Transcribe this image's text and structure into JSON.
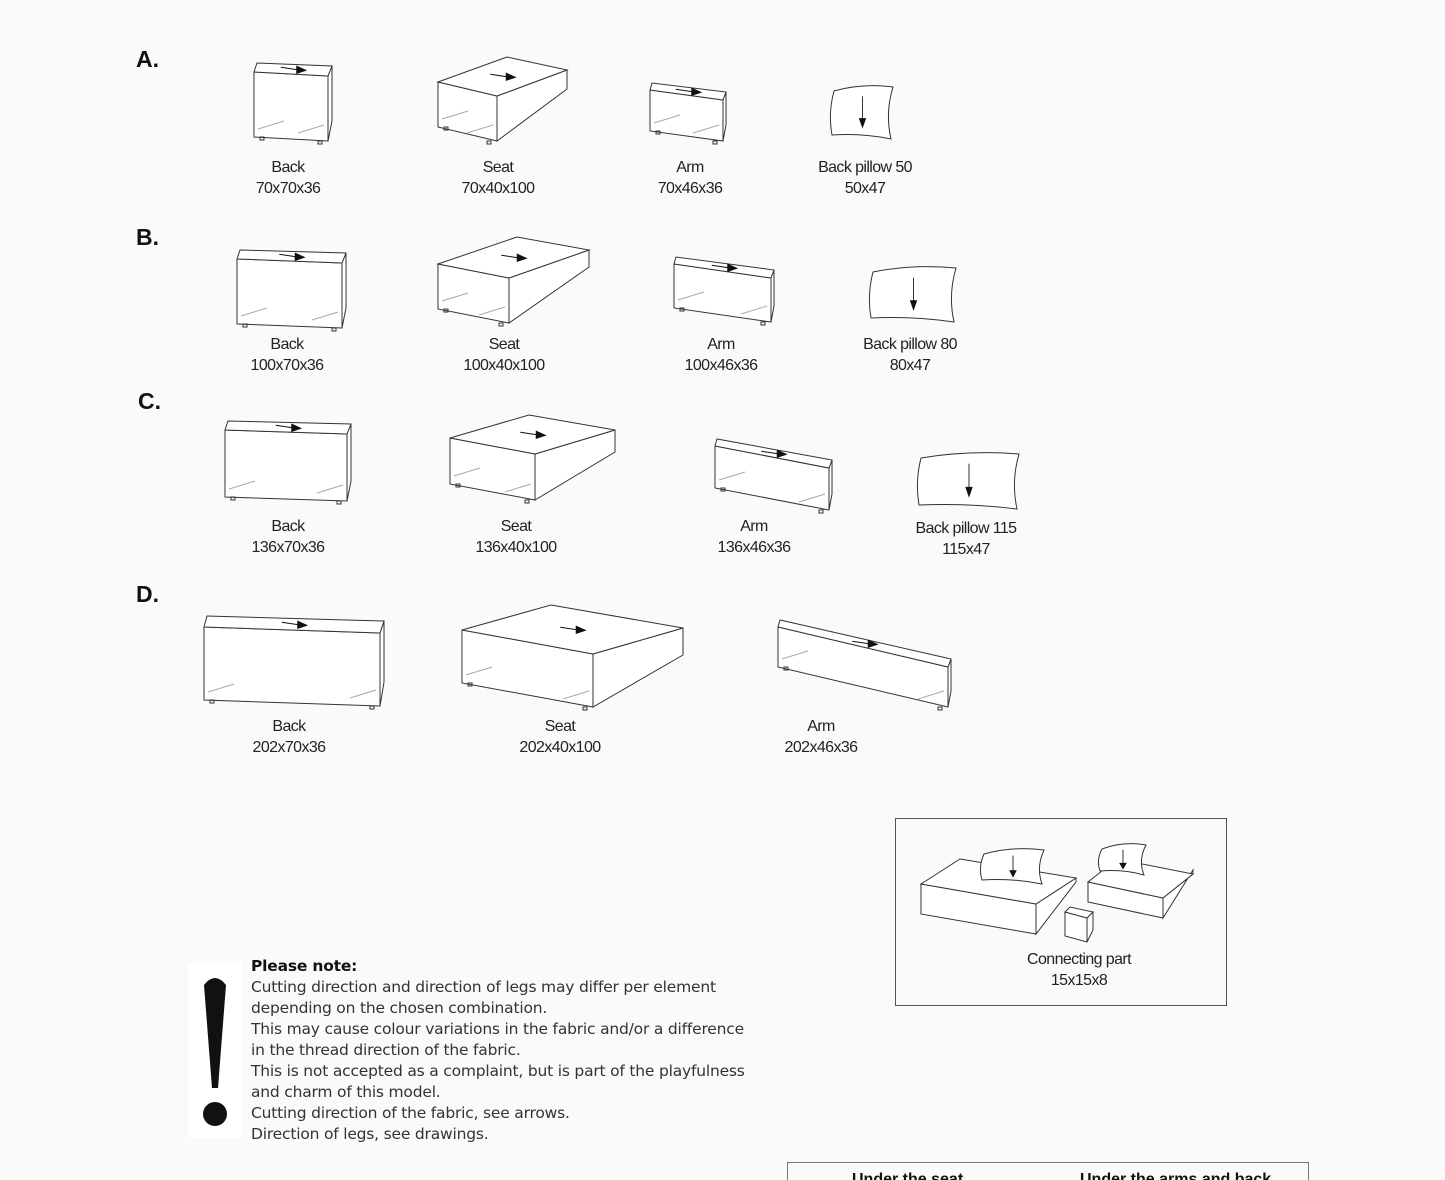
{
  "rows": [
    {
      "letter": "A.",
      "items": [
        {
          "name": "Back",
          "size": "70x70x36"
        },
        {
          "name": "Seat",
          "size": "70x40x100"
        },
        {
          "name": "Arm",
          "size": "70x46x36"
        },
        {
          "name": "Back pillow 50",
          "size": "50x47"
        }
      ]
    },
    {
      "letter": "B.",
      "items": [
        {
          "name": "Back",
          "size": "100x70x36"
        },
        {
          "name": "Seat",
          "size": "100x40x100"
        },
        {
          "name": "Arm",
          "size": "100x46x36"
        },
        {
          "name": "Back pillow 80",
          "size": "80x47"
        }
      ]
    },
    {
      "letter": "C.",
      "items": [
        {
          "name": "Back",
          "size": "136x70x36"
        },
        {
          "name": "Seat",
          "size": "136x40x100"
        },
        {
          "name": "Arm",
          "size": "136x46x36"
        },
        {
          "name": "Back pillow 115",
          "size": "115x47"
        }
      ]
    },
    {
      "letter": "D.",
      "items": [
        {
          "name": "Back",
          "size": "202x70x36"
        },
        {
          "name": "Seat",
          "size": "202x40x100"
        },
        {
          "name": "Arm",
          "size": "202x46x36"
        }
      ]
    }
  ],
  "connecting": {
    "name": "Connecting part",
    "size": "15x15x8"
  },
  "note": {
    "title": "Please note:",
    "lines": [
      "Cutting direction and direction of legs may differ per element",
      "depending on the chosen combination.",
      "This may cause colour variations in the fabric and/or a difference",
      "in the thread direction of the fabric.",
      "This is not accepted as a complaint, but is part of the playfulness",
      "and charm of this model.",
      "Cutting direction of the fabric, see arrows.",
      "Direction of legs, see drawings."
    ]
  },
  "table": {
    "headers": [
      "Under the seat",
      "Under the arms and back"
    ]
  }
}
